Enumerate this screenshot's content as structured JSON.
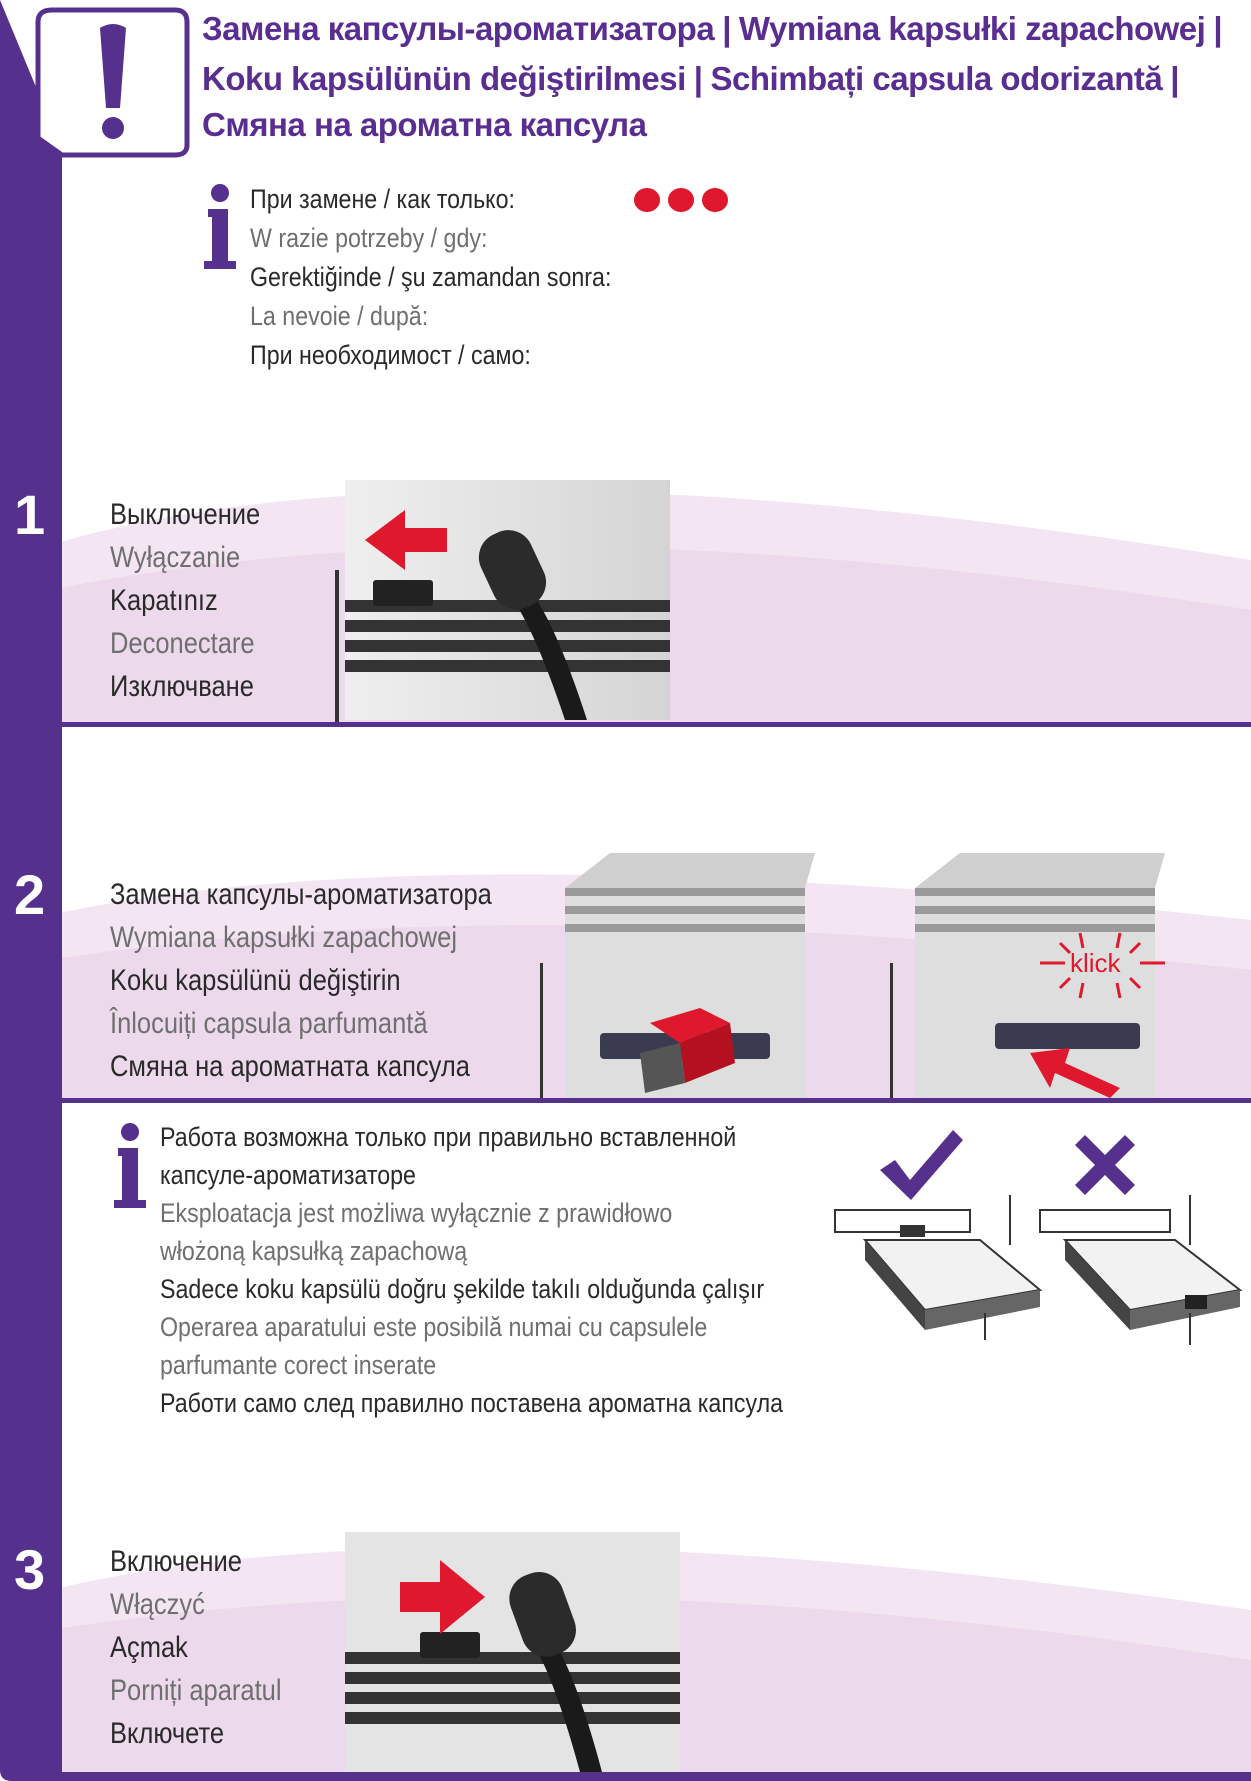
{
  "header": {
    "title_line1": [
      "Замена капсулы-ароматизатора",
      "Wymiana kapsułki zapachowej"
    ],
    "title_line2": [
      "Koku kapsülünün değiştirilmesi",
      "Schimbați capsula odorizantă"
    ],
    "title_line3": "Смяна на ароматна капсула",
    "separator": "|"
  },
  "info_top": {
    "lines": [
      "При замене / как только:",
      "W razie potrzeby / gdy:",
      "Gerektiğinde / şu zamandan sonra:",
      "La nevoie / după:",
      "При необходимост / само:"
    ],
    "indicator_color": "#e0182d"
  },
  "steps": [
    {
      "number": "1",
      "lines": [
        "Выключение",
        "Wyłączanie",
        "Kapatınız",
        "Deconectare",
        "Изключване"
      ]
    },
    {
      "number": "2",
      "lines": [
        "Замена капсулы-ароматизатора",
        "Wymiana kapsułki zapachowej",
        "Koku kapsülünü değiştirin",
        "Înlocuiți capsula parfumantă",
        "Смяна на ароматната капсула"
      ],
      "click_label": "klick"
    },
    {
      "number": "3",
      "lines": [
        "Включение",
        "Włączyć",
        "Açmak",
        "Porniți aparatul",
        "Включете"
      ]
    }
  ],
  "info_mid": {
    "lines": [
      "Работа возможна только при правильно вставленной",
      "капсуле-ароматизаторе",
      "Eksploatacja jest możliwa wyłącznie z prawidłowo",
      "włożoną kapsułką zapachową",
      "Sadece koku kapsülü doğru şekilde takılı olduğunda çalışır",
      "Operarea aparatului este posibilă numai cu capsulele",
      "parfumante corect inserate",
      "Работи само след правилно поставена ароматна капсула"
    ]
  },
  "colors": {
    "brand_purple": "#55308d",
    "accent_red": "#e0182d",
    "band_pink": "#ead7ea"
  },
  "icons": {
    "warning": "exclamation-icon",
    "info": "info-icon",
    "correct": "checkmark-icon",
    "wrong": "cross-icon"
  }
}
